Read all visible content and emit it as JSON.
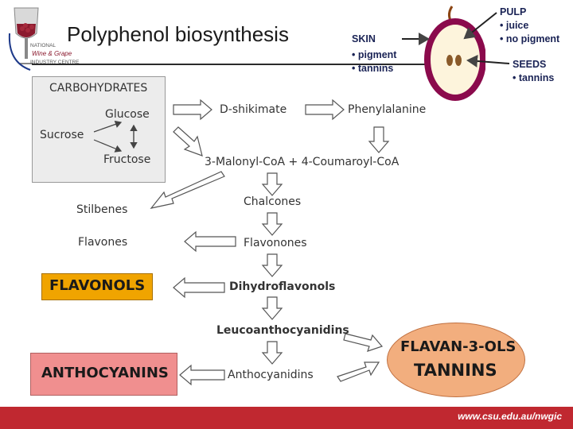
{
  "slide": {
    "title": "Polyphenol biosynthesis",
    "footer_url": "www.csu.edu.au/nwgic"
  },
  "logo": {
    "line1": "NATIONAL",
    "line2": "Wine & Grape",
    "line3": "INDUSTRY CENTRE"
  },
  "grape": {
    "skin_title": "SKIN",
    "skin_items": [
      "• pigment",
      "• tannins"
    ],
    "pulp_title": "PULP",
    "pulp_items": [
      "• juice",
      "• no pigment"
    ],
    "seeds_title": "SEEDS",
    "seeds_items": [
      "• tannins"
    ]
  },
  "pathway": {
    "carbohydrates": "CARBOHYDRATES",
    "glucose": "Glucose",
    "sucrose": "Sucrose",
    "fructose": "Fructose",
    "d_shikimate": "D-shikimate",
    "phenylalanine": "Phenylalanine",
    "malonyl": "3-Malonyl-CoA + 4-Coumaroyl-CoA",
    "stilbenes": "Stilbenes",
    "chalcones": "Chalcones",
    "flavones": "Flavones",
    "flavonones": "Flavonones",
    "flavonols": "FLAVONOLS",
    "dihydroflavonols": "Dihydroflavonols",
    "leucoanthocyanidins": "Leucoanthocyanidins",
    "anthocyanins": "ANTHOCYANINS",
    "anthocyanidins": "Anthocyanidins",
    "flavan3ols": "FLAVAN-3-OLS",
    "tannins": "TANNINS"
  },
  "colors": {
    "footer": "#c02830",
    "flavonols_fill": "#f0a400",
    "anthocyanins_fill": "#f08f8f",
    "tannins_fill": "#f2ae7e",
    "carbohydrate_fill": "#ececec",
    "grape_pulp": "#fdf4dc",
    "grape_skin": "#8b0a4c"
  }
}
